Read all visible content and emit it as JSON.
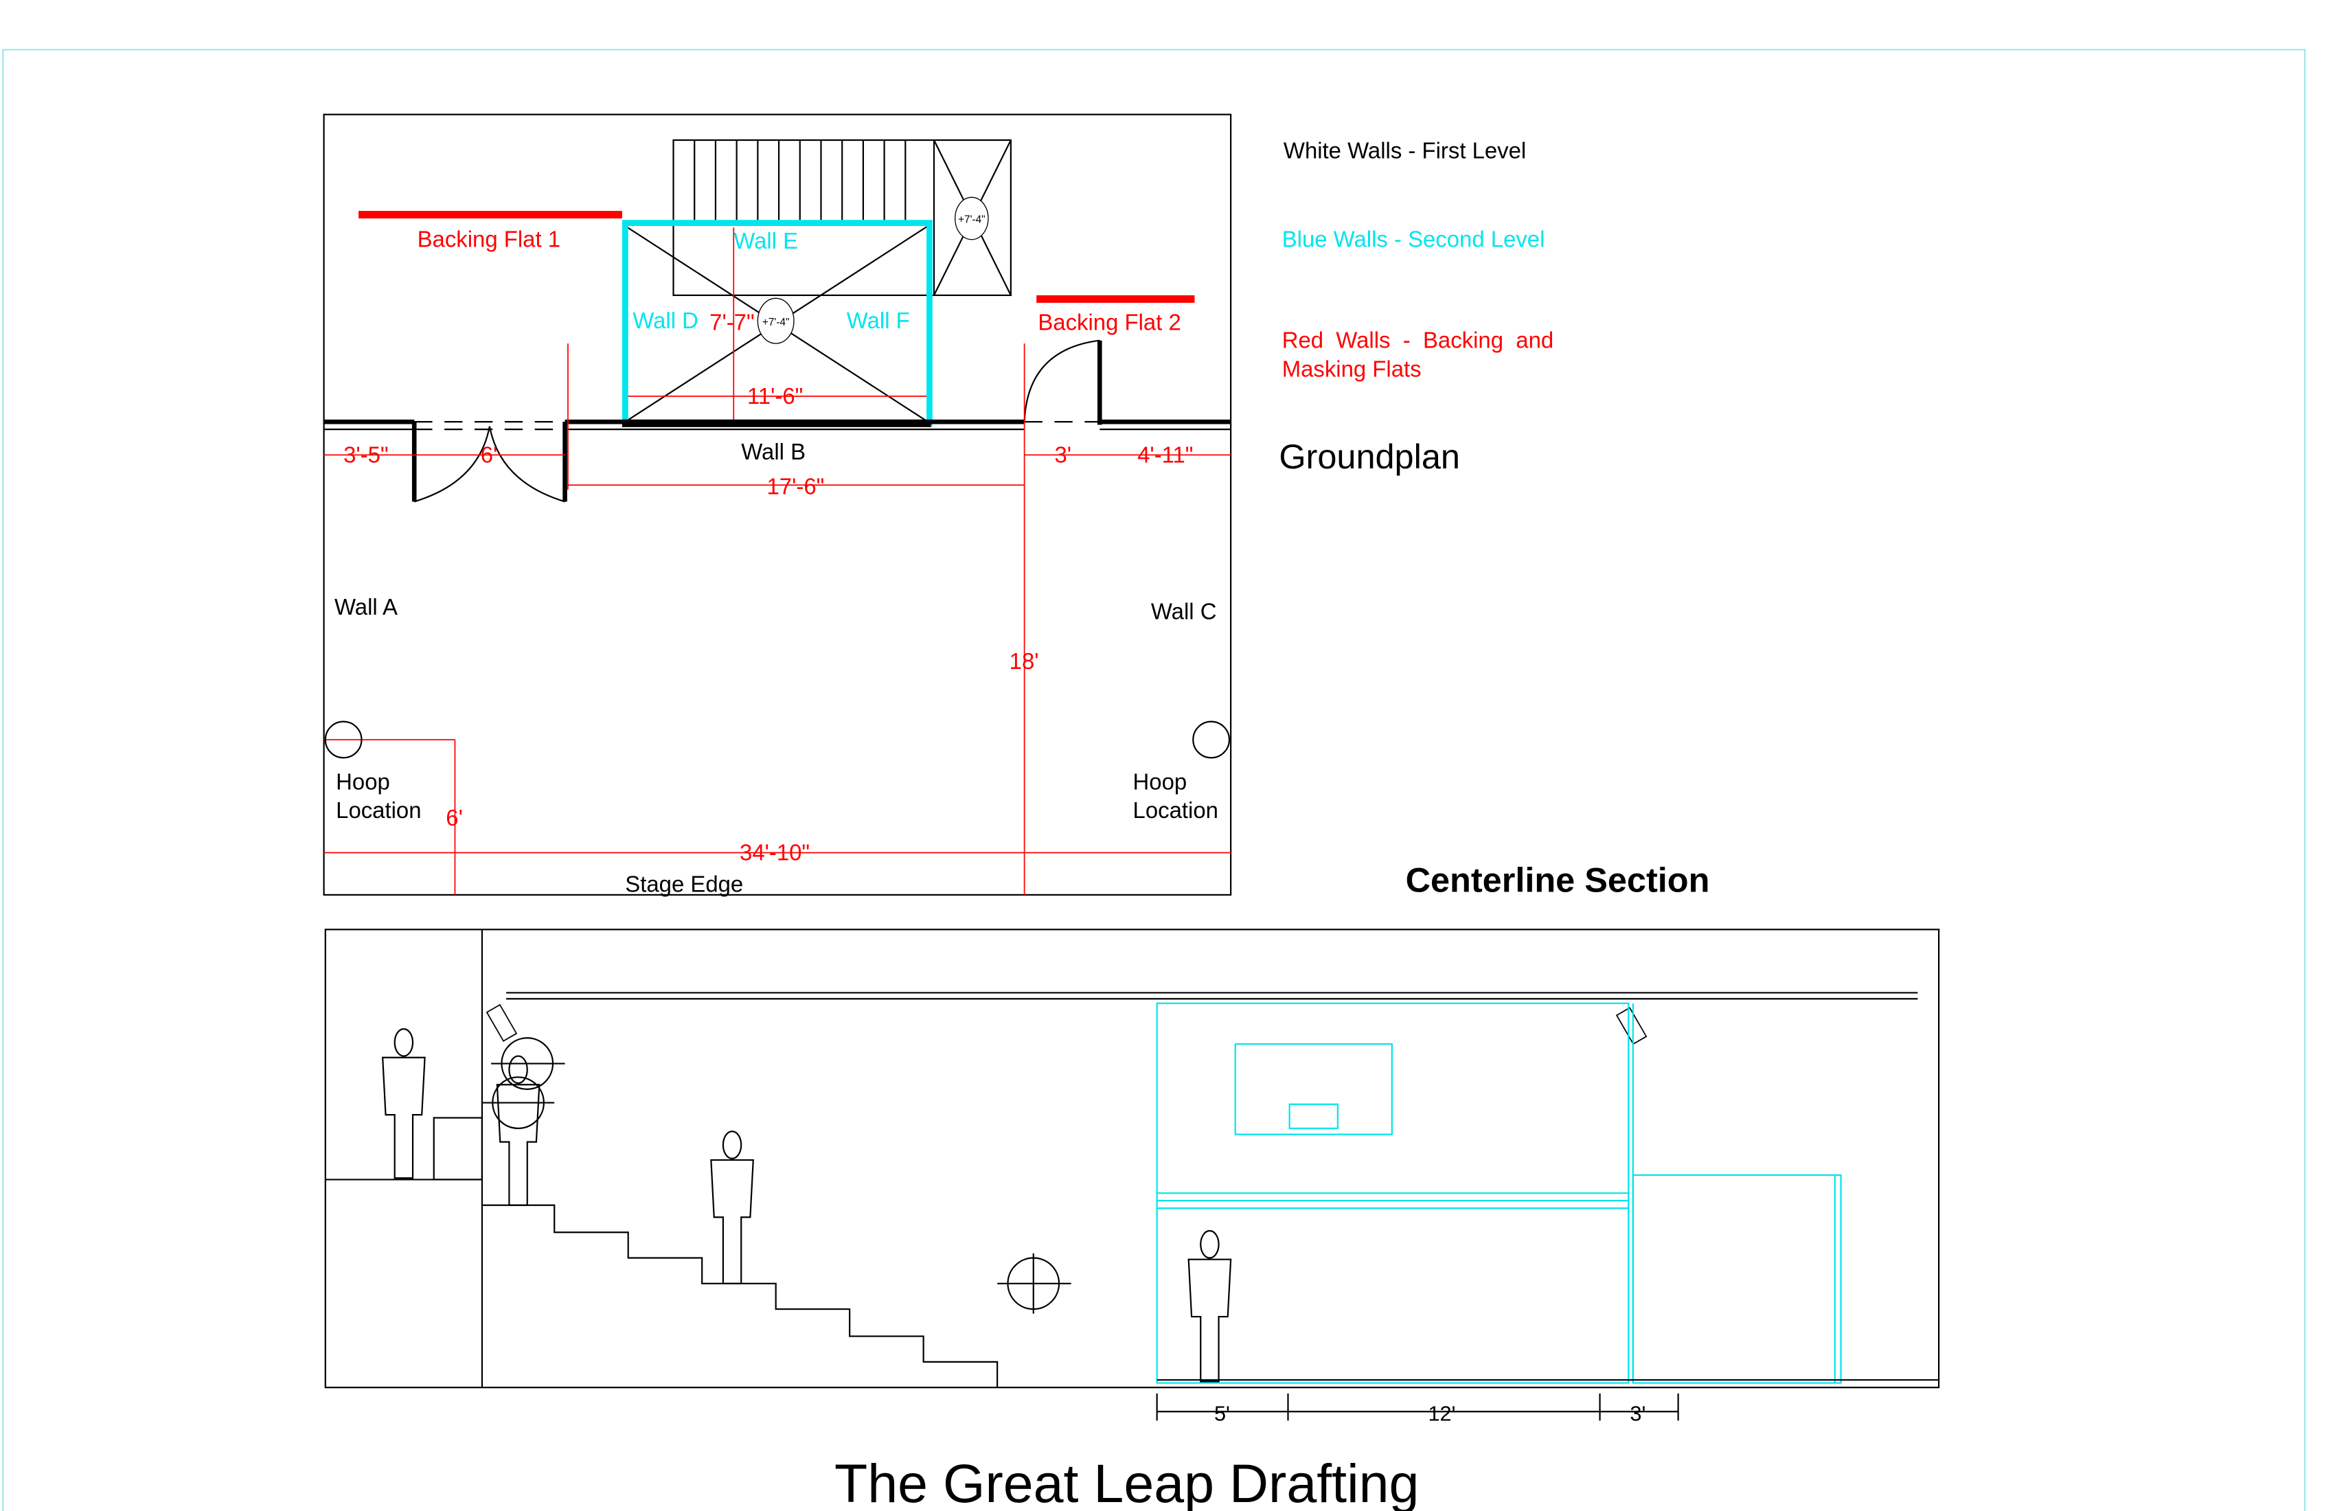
{
  "colors": {
    "first_level": "#000000",
    "second_level": "#00e5ee",
    "backing": "#ff0000"
  },
  "groundplan": {
    "title": "Groundplan",
    "walls": {
      "a": "Wall A",
      "b": "Wall B",
      "c": "Wall C",
      "d": "Wall D",
      "e": "Wall E",
      "f": "Wall F"
    },
    "backing_flat_1": "Backing Flat 1",
    "backing_flat_2": "Backing Flat 2",
    "platform_height_1": "+7'-4\"",
    "platform_height_2": "+7'-4\"",
    "hoop_left": [
      "Hoop",
      "Location"
    ],
    "hoop_right": [
      "Hoop",
      "Location"
    ],
    "stage_edge": "Stage Edge",
    "dimensions": {
      "left_offset": "3'-5\"",
      "door_width": "6'",
      "wall_b": "17'-6\"",
      "door_right": "3'",
      "right_offset": "4'-11\"",
      "platform_width": "11'-6\"",
      "platform_depth": "7'-7\"",
      "depth": "18'",
      "hoop_offset": "6'",
      "stage_width": "34'-10\""
    }
  },
  "legend": {
    "white": "White Walls - First Level",
    "blue": "Blue Walls - Second Level",
    "red_line1": "Red  Walls  -  Backing  and",
    "red_line2": "Masking Flats"
  },
  "section": {
    "title": "Centerline Section",
    "dims": [
      "5'",
      "12'",
      "3'"
    ]
  },
  "sheet_title": "The Great Leap Drafting"
}
